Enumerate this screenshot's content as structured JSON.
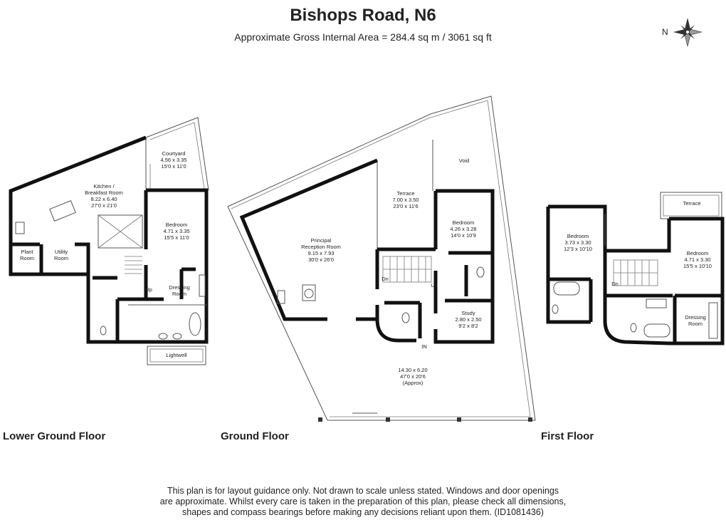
{
  "header": {
    "title": "Bishops Road, N6",
    "subtitle": "Approximate Gross Internal Area = 284.4 sq m / 3061 sq ft"
  },
  "compass": {
    "label": "N",
    "icon": "compass-rose-icon"
  },
  "floors": {
    "lower_ground": {
      "name": "Lower Ground Floor",
      "rooms": {
        "courtyard": {
          "name": "Courtyard",
          "metric": "4.56 x 3.35",
          "imperial": "15'0 x 11'0"
        },
        "kitchen": {
          "name1": "Kitchen /",
          "name2": "Breakfast Room",
          "metric": "8.22 x 6.40",
          "imperial": "27'0 x 21'0"
        },
        "bedroom": {
          "name": "Bedroom",
          "metric": "4.71 x 3.35",
          "imperial": "15'5 x 11'0"
        },
        "plant": {
          "name1": "Plant",
          "name2": "Room"
        },
        "utility": {
          "name1": "Utility",
          "name2": "Room"
        },
        "dressing": {
          "name1": "Dressing",
          "name2": "Room"
        },
        "lightwell": {
          "name": "Lightwell"
        },
        "stairs": {
          "label": "Up"
        }
      }
    },
    "ground": {
      "name": "Ground Floor",
      "rooms": {
        "reception": {
          "name1": "Principal",
          "name2": "Reception Room",
          "metric": "9.15 x 7.93",
          "imperial": "30'0 x 26'0"
        },
        "terrace": {
          "name": "Terrace",
          "metric": "7.00 x 3.50",
          "imperial": "23'0 x 11'6"
        },
        "void": {
          "name": "Void"
        },
        "bedroom": {
          "name": "Bedroom",
          "metric": "4.26 x 3.28",
          "imperial": "14'0 x 10'9"
        },
        "study": {
          "name": "Study",
          "metric": "2.80 x 2.50",
          "imperial": "9'2 x 8'2"
        },
        "garden": {
          "metric": "14.30 x 6.20",
          "imperial": "47'0 x 20'6",
          "note": "(Approx)"
        },
        "stairs_dn": {
          "label": "Dn"
        },
        "stairs_up": {
          "label": "Up"
        },
        "entrance": {
          "label": "IN"
        }
      }
    },
    "first": {
      "name": "First Floor",
      "rooms": {
        "terrace": {
          "name": "Terrace"
        },
        "bedroom_a": {
          "name": "Bedroom",
          "metric": "3.73 x 3.30",
          "imperial": "12'3 x 10'10"
        },
        "bedroom_b": {
          "name": "Bedroom",
          "metric": "4.71 x 3.30",
          "imperial": "15'5 x 10'10"
        },
        "dressing": {
          "name1": "Dressing",
          "name2": "Room"
        },
        "stairs_dn": {
          "label": "Dn"
        }
      }
    }
  },
  "footer": {
    "line1": "This plan is for layout guidance only. Not drawn to scale unless stated. Windows and door openings",
    "line2": "are approximate. Whilst every care is taken in the preparation of this plan, please check all dimensions,",
    "line3": "shapes and compass bearings before making any decisions reliant upon them. (ID1081436)"
  }
}
